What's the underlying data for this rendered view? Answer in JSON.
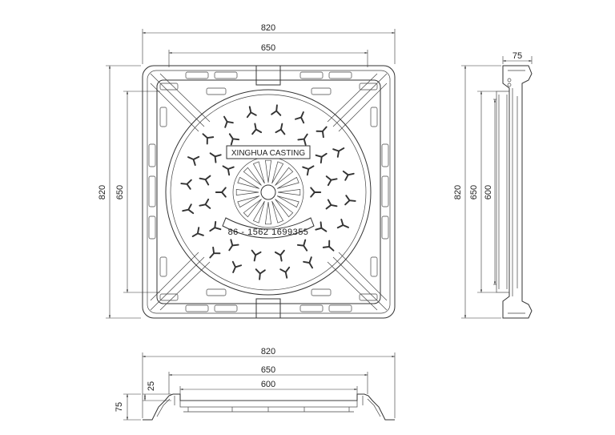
{
  "plan": {
    "dim_width_outer": "820",
    "dim_width_inner": "650",
    "dim_height_outer": "820",
    "dim_height_inner": "650",
    "brand_text": "XINGHUA CASTING",
    "phone_text": "86 - 1562 1699355"
  },
  "side_view": {
    "dim_thickness": "75",
    "dim_height_outer": "820",
    "dim_height_frame": "650",
    "dim_height_cover": "600"
  },
  "section_view": {
    "dim_width_outer": "820",
    "dim_width_frame": "650",
    "dim_width_cover": "600",
    "dim_depth_small": "25",
    "dim_depth_total": "75"
  }
}
